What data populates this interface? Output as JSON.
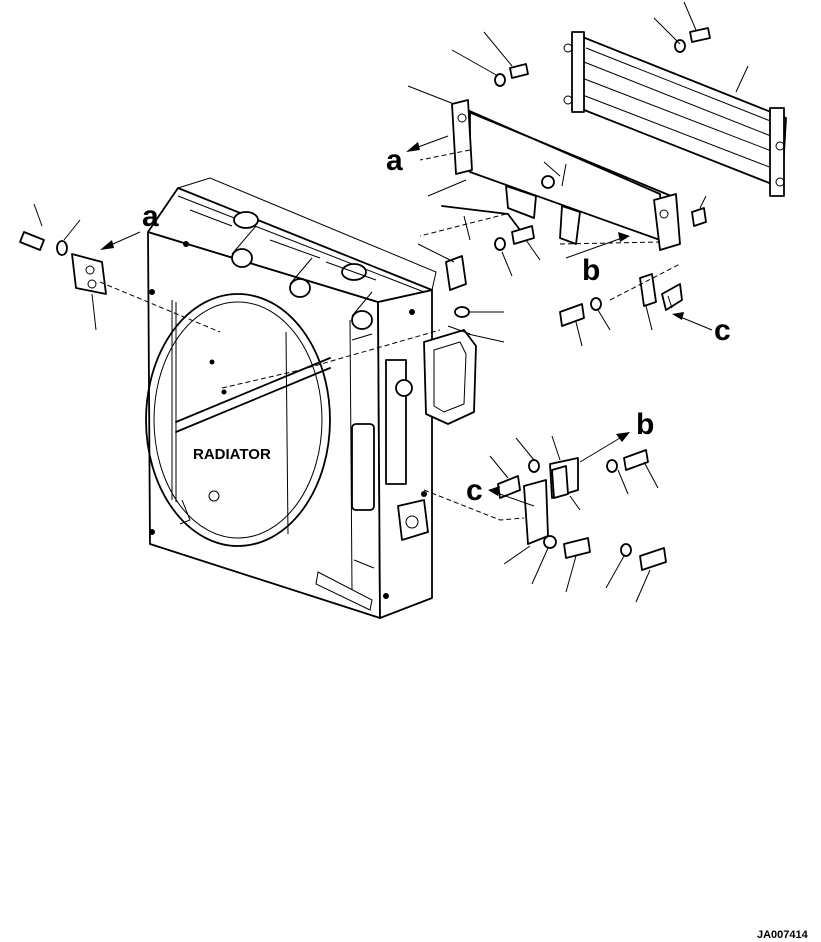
{
  "radiator_label": "RADIATOR",
  "ref_a": "a",
  "ref_b": "b",
  "ref_c": "c",
  "drawing_number": "JA007414"
}
